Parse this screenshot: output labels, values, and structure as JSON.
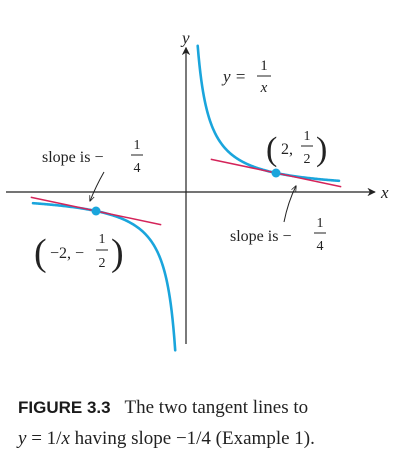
{
  "figure": {
    "axes": {
      "x_label": "x",
      "y_label": "y",
      "xlim": [
        -4.0,
        4.2
      ],
      "ylim": [
        -4.0,
        3.8
      ]
    },
    "curve": {
      "label_lhs": "y =",
      "label_num": "1",
      "label_den": "x",
      "color": "#1aa5dc",
      "branch_right_x": [
        0.26,
        3.4
      ],
      "branch_left_x": [
        -3.4,
        -0.24
      ]
    },
    "tangent_points": [
      {
        "x": 2,
        "y": 0.5,
        "label_x": "2,",
        "label_y_num": "1",
        "label_y_den": "2",
        "slope_text": "slope is −",
        "slope_num": "1",
        "slope_den": "4",
        "slope": -0.25
      },
      {
        "x": -2,
        "y": -0.5,
        "label_x": "−2, −",
        "label_y_num": "1",
        "label_y_den": "2",
        "slope_text": "slope is −",
        "slope_num": "1",
        "slope_den": "4",
        "slope": -0.25
      }
    ],
    "tangent_color": "#d4245a",
    "point_color": "#1aa5dc"
  },
  "caption": {
    "label": "FIGURE 3.3",
    "line1_rest": "The two tangent lines to",
    "line2_y": "y",
    "line2_eq": " = 1/",
    "line2_x": "x",
    "line2_rest": " having slope −1/4 (Example 1)."
  }
}
